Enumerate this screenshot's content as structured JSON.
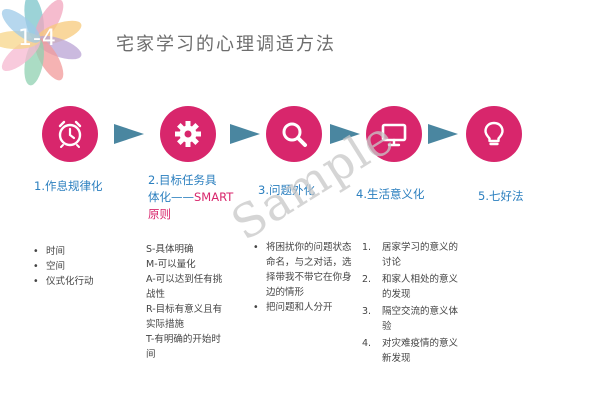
{
  "header": {
    "section_number": "1-4",
    "title": "宅家学习的心理调适方法"
  },
  "colors": {
    "accent": "#d8266c",
    "arrow": "#4a86a0",
    "step_title": "#2b7fbf"
  },
  "steps": [
    {
      "icon": "alarm-clock-icon",
      "title": "1.作息规律化",
      "items": [
        "时间",
        "空间",
        "仪式化行动"
      ]
    },
    {
      "icon": "gear-icon",
      "title_line1": "2.目标任务具",
      "title_line2": "体化——",
      "title_accent1": "SMART",
      "title_accent2": "原则",
      "lines": [
        "S-具体明确",
        "M-可以量化",
        "A-可以达到任有挑",
        "战性",
        "R-目标有意义且有",
        "实际措施",
        "T-有明确的开始时",
        "间"
      ]
    },
    {
      "icon": "magnifier-icon",
      "title": "3.问题外化",
      "items": [
        "将困扰你的问题状态命名，与之对话，选择带我不带它在你身边的情形",
        "把问题和人分开"
      ]
    },
    {
      "icon": "monitor-icon",
      "title": "4.生活意义化",
      "items": [
        "居家学习的意义的讨论",
        "和家人相处的意义的发现",
        "隔空交流的意义体验",
        "对灾难疫情的意义新发现"
      ]
    },
    {
      "icon": "lightbulb-icon",
      "title": "5.七好法"
    }
  ],
  "watermark": "Sample"
}
